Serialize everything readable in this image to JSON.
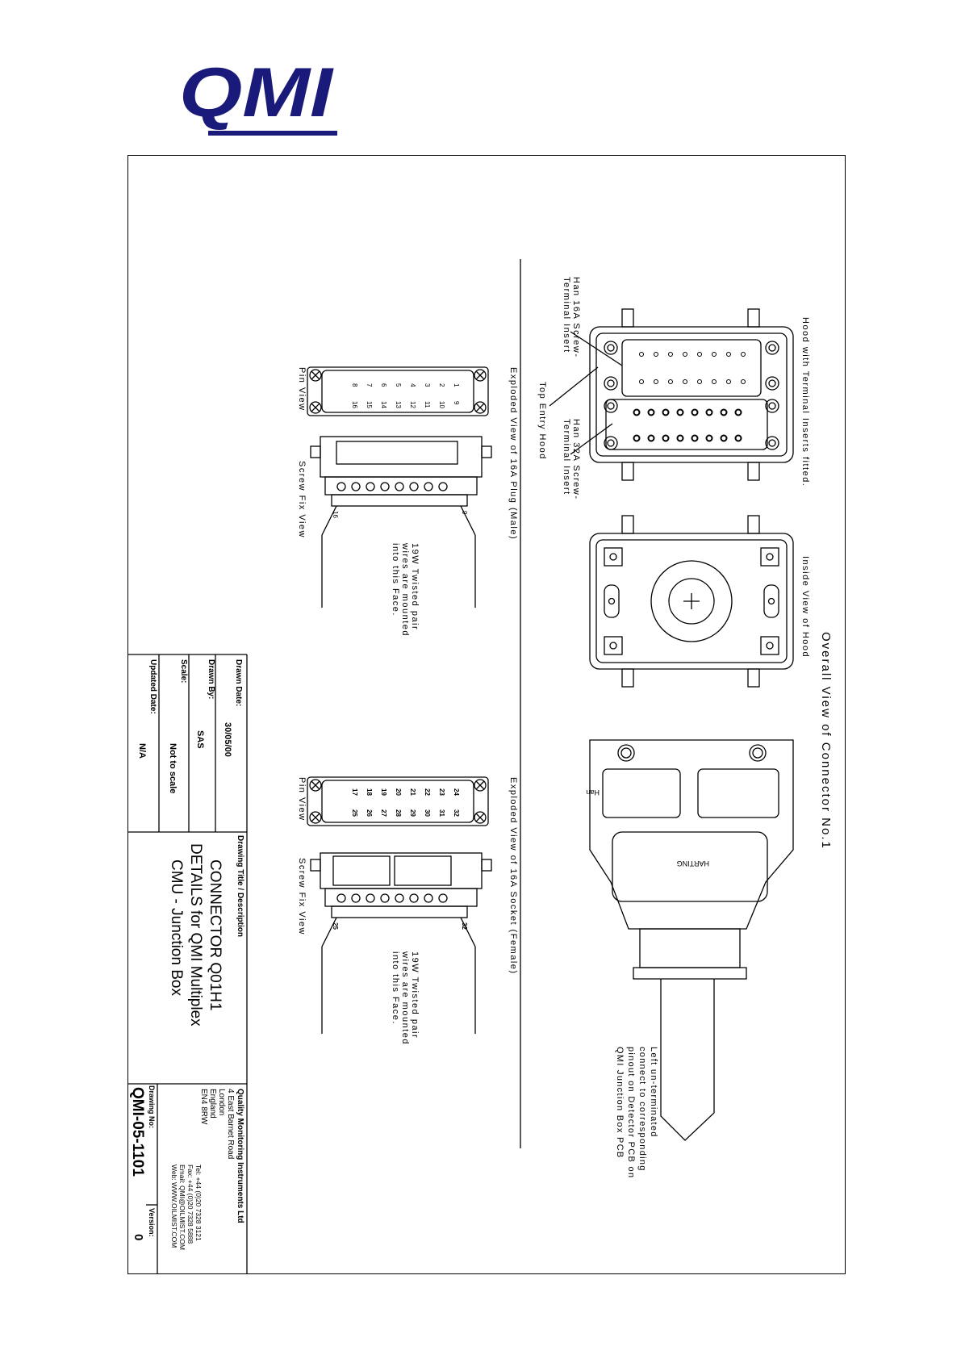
{
  "logo": {
    "text": "QMI",
    "color": "#1a1a7a"
  },
  "views": {
    "overall_title": "Overall View of Connector No.1",
    "hood_with_inserts": "Hood with Terminal Inserts fitted.",
    "inside_view_hood": "Inside View of Hood",
    "han16_label_1": "Han 16A Screw-",
    "han16_label_2": "Terminal Insert",
    "han32_label_1": "Han 32A Screw-",
    "han32_label_2": "Terminal Insert",
    "top_entry_hood": "Top Entry Hood",
    "exploded_plug": "Exploded View of 16A Plug (Male)",
    "exploded_socket": "Exploded View of 16A Socket (Female)",
    "pin_view": "Pin View",
    "screw_fix_view": "Screw Fix View",
    "wires_note_1": "19W Twisted pair",
    "wires_note_2": "wires are mounted",
    "wires_note_3": "into this Face.",
    "left_unterminated_1": "Left un-terminated",
    "left_unterminated_2": "connect to corresponding",
    "left_unterminated_3": "pinout on Detector PCB on",
    "left_unterminated_4": "QMI Junction Box PCB",
    "han_brand": "Han",
    "harting_brand": "HARTING",
    "plug_pins_left": [
      "1",
      "2",
      "3",
      "4",
      "5",
      "6",
      "7",
      "8"
    ],
    "plug_pins_right": [
      "9",
      "10",
      "11",
      "12",
      "13",
      "14",
      "15",
      "16"
    ],
    "socket_pins_left": [
      "24",
      "23",
      "22",
      "21",
      "20",
      "19",
      "18",
      "17"
    ],
    "socket_pins_right": [
      "32",
      "31",
      "30",
      "29",
      "28",
      "27",
      "26",
      "25"
    ],
    "plug_end_a": "9",
    "plug_end_b": "16",
    "socket_end_a": "32",
    "socket_end_b": "25"
  },
  "title_block": {
    "drawn_date_label": "Drawn Date:",
    "drawn_date": "30/05/00",
    "drawn_by_label": "Drawn By:",
    "drawn_by": "SAS",
    "scale_label": "Scale:",
    "scale": "Not to scale",
    "updated_date_label": "Updated Date:",
    "updated_date": "N/A",
    "title_label": "Drawing Title / Description",
    "title_line1": "CONNECTOR Q01H1",
    "title_line2": "DETAILS for QMI Multiplex",
    "title_line3": "CMU - Junction Box",
    "company": "Quality Monitoring Instruments Ltd",
    "address_1": "4 East Barnet Road",
    "address_2": "London",
    "address_3": "England",
    "address_4": "EN4 8RW",
    "tel": "Tel: +44 (0)20 7328 3121",
    "fax": "Fax: +44 (0)20 7328 5888",
    "email": "Email: QMI@OILMIST.COM",
    "web": "Web: WWW.OILMIST.COM",
    "drawing_no_label": "Drawing No:",
    "drawing_no": "QMI-05-1101",
    "version_label": "Version:",
    "version": "0"
  }
}
